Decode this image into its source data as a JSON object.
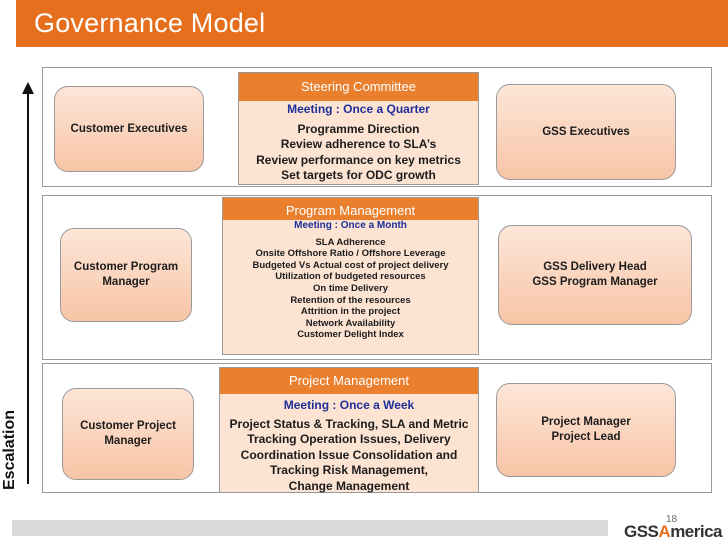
{
  "title": "Governance Model",
  "escalation_label": "Escalation",
  "page_number": "18",
  "logo": {
    "prefix": "GSS",
    "highlight": "A",
    "suffix": "merica"
  },
  "colors": {
    "title_bar": "#e56f1c",
    "header": "#ea7f2e",
    "meeting_text": "#1e2f9a",
    "box_fill": "#fce3d2"
  },
  "levels": [
    {
      "header": "Steering Committee",
      "meeting": "Meeting : Once a Quarter",
      "items": [
        "Programme Direction",
        "Review adherence to SLA’s",
        "Review performance on key metrics",
        "Set targets for ODC growth"
      ],
      "left": "Customer Executives",
      "right": "GSS Executives"
    },
    {
      "header": "Program Management",
      "meeting": "Meeting : Once a Month",
      "items": [
        "SLA Adherence",
        "Onsite Offshore Ratio / Offshore Leverage",
        "Budgeted Vs Actual cost of project delivery",
        "Utilization of budgeted resources",
        "On time Delivery",
        "Retention of the resources",
        "Attrition in the project",
        "Network Availability",
        "Customer Delight Index"
      ],
      "left": "Customer Program\nManager",
      "right": "GSS Delivery Head\nGSS Program Manager"
    },
    {
      "header": "Project Management",
      "meeting": "Meeting : Once a Week",
      "items": [
        "Project Status & Tracking, SLA and Metric",
        "Tracking Operation Issues, Delivery",
        "Coordination Issue Consolidation and",
        "Tracking Risk Management,",
        "Change Management"
      ],
      "left": "Customer Project\nManager",
      "right": "Project Manager\nProject Lead"
    }
  ]
}
